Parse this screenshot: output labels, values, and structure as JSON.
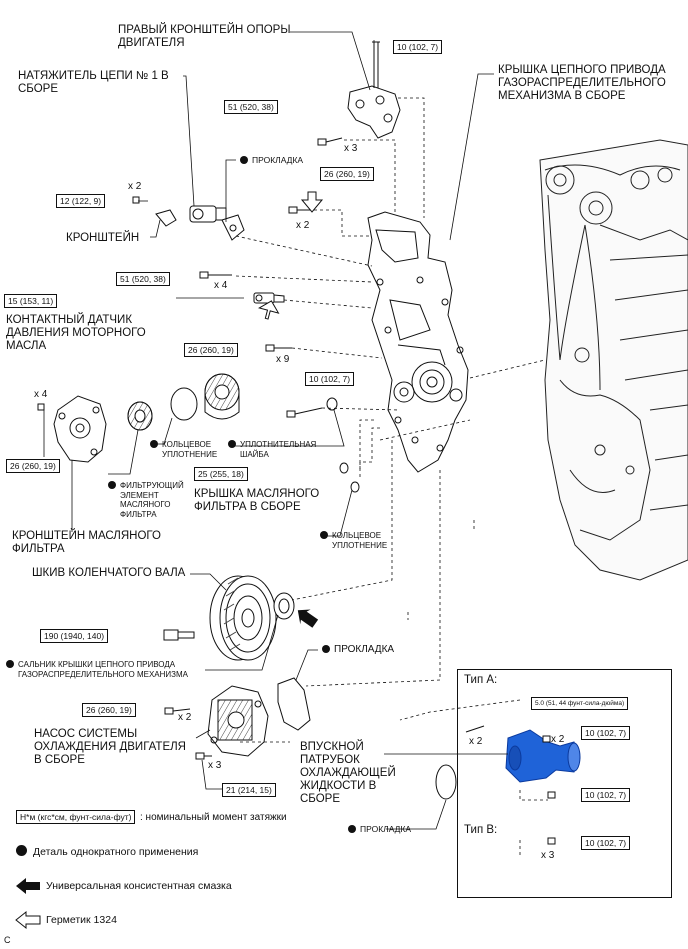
{
  "labels": {
    "engine_mount_bracket": [
      "ПРАВЫЙ КРОНШТЕЙН ОПОРЫ",
      "ДВИГАТЕЛЯ"
    ],
    "chain_tensioner": [
      "НАТЯЖИТЕЛЬ ЦЕПИ № 1 В",
      "СБОРЕ"
    ],
    "timing_cover": [
      "КРЫШКА ЦЕПНОГО ПРИВОДА",
      "ГАЗОРАСПРЕДЕЛИТЕЛЬНОГО",
      "МЕХАНИЗМА В СБОРЕ"
    ],
    "gasket_1": "ПРОКЛАДКА",
    "bracket": "КРОНШТЕЙН",
    "oil_pressure_switch": [
      "КОНТАКТНЫЙ ДАТЧИК",
      "ДАВЛЕНИЯ МОТОРНОГО",
      "МАСЛА"
    ],
    "o_ring_1": [
      "КОЛЬЦЕВОЕ",
      "УПЛОТНЕНИЕ"
    ],
    "washer": [
      "УПЛОТНИТЕЛЬНАЯ",
      "ШАЙБА"
    ],
    "filter_element": [
      "ФИЛЬТРУЮЩИЙ",
      "ЭЛЕМЕНТ",
      "МАСЛЯНОГО",
      "ФИЛЬТРА"
    ],
    "filter_cap": [
      "КРЫШКА МАСЛЯНОГО",
      "ФИЛЬТРА В СБОРЕ"
    ],
    "o_ring_2": [
      "КОЛЬЦЕВОЕ",
      "УПЛОТНЕНИЕ"
    ],
    "filter_bracket": [
      "КРОНШТЕЙН МАСЛЯНОГО",
      "ФИЛЬТРА"
    ],
    "crank_pulley": "ШКИВ КОЛЕНЧАТОГО ВАЛА",
    "oil_seal": [
      "САЛЬНИК КРЫШКИ ЦЕПНОГО ПРИВОДА",
      "ГАЗОРАСПРЕДЕЛИТЕЛЬНОГО МЕХАНИЗМА"
    ],
    "gasket_2": "ПРОКЛАДКА",
    "water_pump": [
      "НАСОС СИСТЕМЫ",
      "ОХЛАЖДЕНИЯ ДВИГАТЕЛЯ",
      "В СБОРЕ"
    ],
    "water_inlet": [
      "ВПУСКНОЙ",
      "ПАТРУБОК",
      "ОХЛАЖДАЮЩЕЙ",
      "ЖИДКОСТИ В",
      "СБОРЕ"
    ],
    "gasket_3": "ПРОКЛАДКА",
    "type_a": "Тип A:",
    "type_b": "Тип B:",
    "corner": "C"
  },
  "torques": {
    "t_mount_stud": "10 (102, 7)",
    "t_mount_bolt": "51 (520, 38)",
    "t_cover_bolt_x2": "26 (260, 19)",
    "t_tensioner_nut": "12 (122, 9)",
    "t_cover_bolt_x4": "51 (520, 38)",
    "t_switch": "15 (153, 11)",
    "t_cover_bolt_x9": "26 (260, 19)",
    "t_cover_bolt_10": "10 (102, 7)",
    "t_filter_bracket": "26 (260, 19)",
    "t_filter_cap": "25 (255, 18)",
    "t_pulley": "190 (1940, 140)",
    "t_pump_x2": "26 (260, 19)",
    "t_pump_x3": "21 (214, 15)",
    "t_typeA_stud": "5.0 (51, 44 фунт-сила-дюйма)",
    "t_typeA_nut": "10 (102, 7)",
    "t_typeA_bolt": "10 (102, 7)",
    "t_typeB": "10 (102, 7)"
  },
  "quantities": {
    "q_mount": "x 3",
    "q_tensioner": "x 2",
    "q_cover_x2": "x 2",
    "q_cover_x4": "x 4",
    "q_cover_x9": "x 9",
    "q_filter": "x 4",
    "q_pump_x2": "x 2",
    "q_pump_x3": "x 3",
    "q_typeA_stud": "x 2",
    "q_typeA_nut": "x 2",
    "q_typeB": "x 3"
  },
  "legend": {
    "torque_box": "Н*м (кгс*см, фунт-сила-фут)",
    "torque_text": ": номинальный момент затяжки",
    "single_use": "Деталь однократного применения",
    "grease": "Универсальная консистентная смазка",
    "sealant": "Герметик 1324"
  },
  "colors": {
    "ink": "#111111",
    "inlet_blue": "#1f63d8",
    "inlet_dark": "#0b3a9e"
  }
}
